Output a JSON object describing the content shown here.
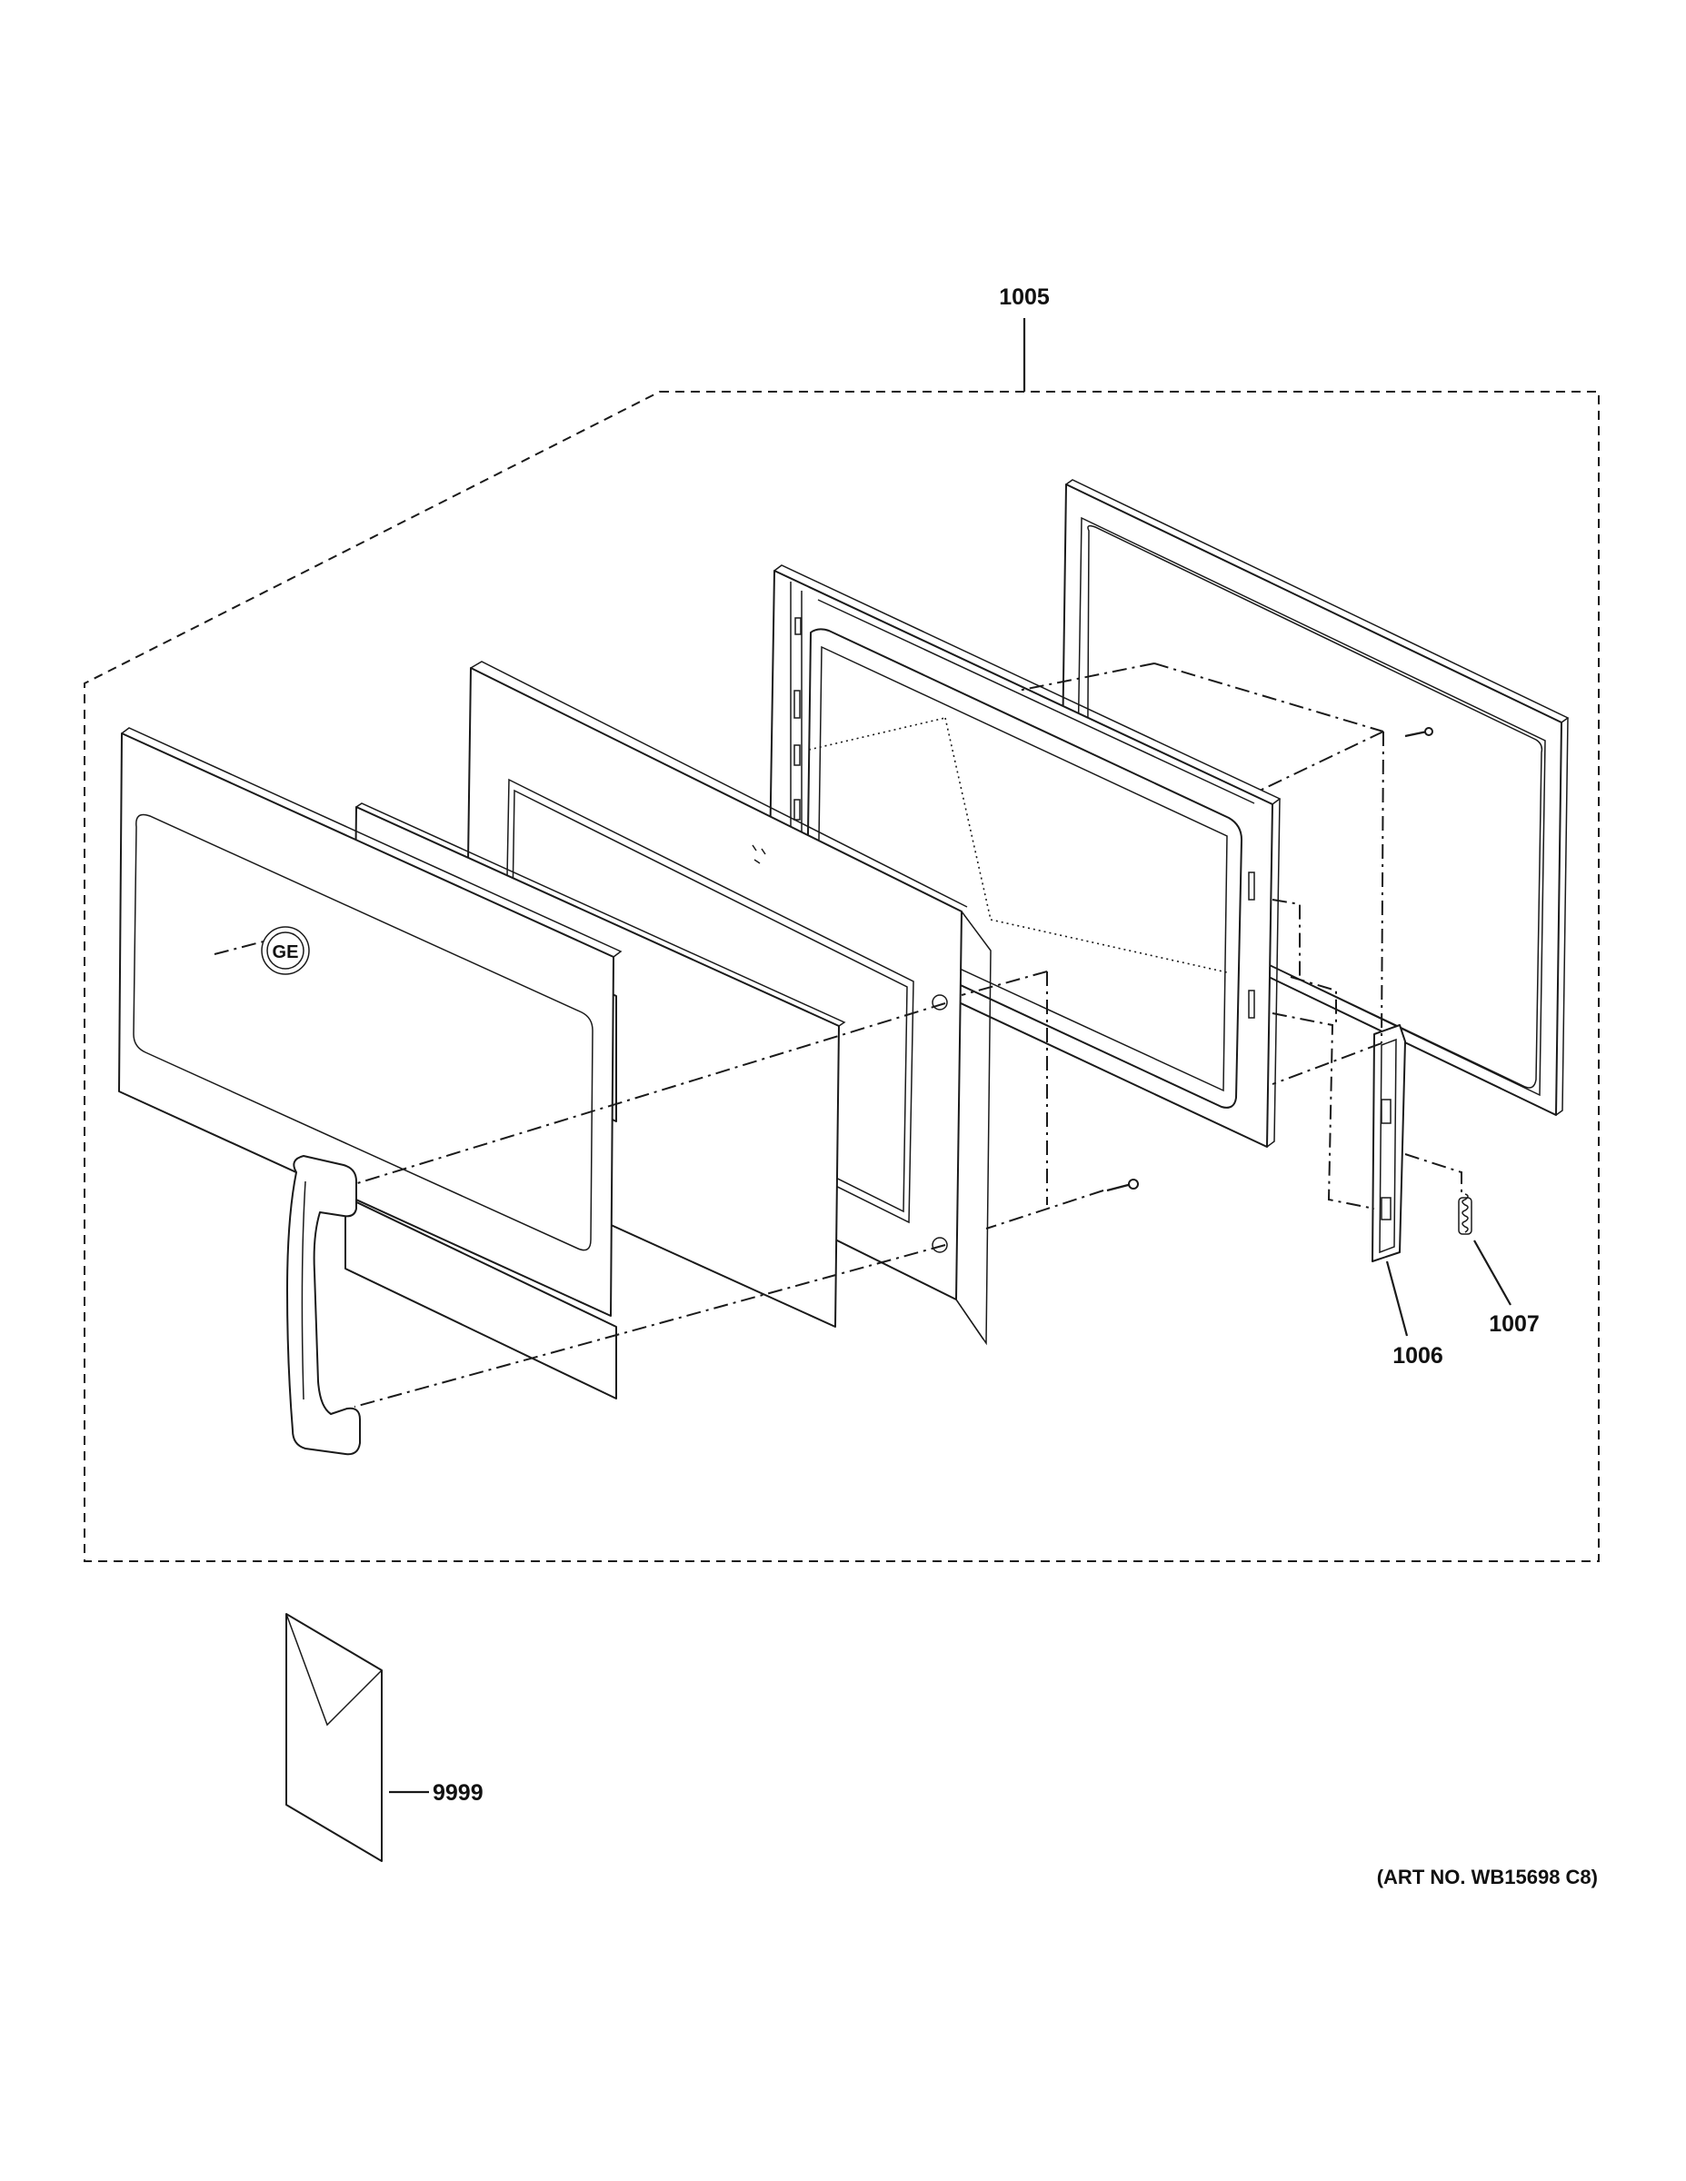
{
  "diagram": {
    "callouts": {
      "door_assembly": "1005",
      "hinge": "1006",
      "spring": "1007",
      "literature": "9999"
    },
    "art_number": "(ART NO. WB15698 C8)",
    "logo_text": "GE"
  }
}
